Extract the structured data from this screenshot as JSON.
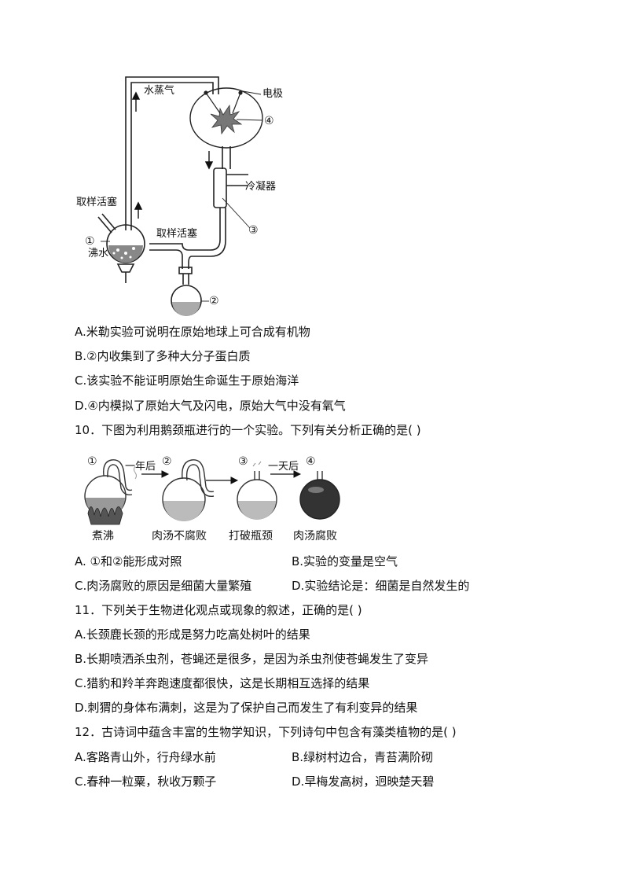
{
  "miller_figure": {
    "labels": {
      "water_vapor": "水蒸气",
      "electrode": "电极",
      "marker4": "④",
      "condenser": "冷凝器",
      "marker3": "③",
      "sampling_valve_left": "取样活塞",
      "marker1": "①",
      "boiling_water": "沸水",
      "sampling_valve_mid": "取样活塞",
      "marker2": "②"
    }
  },
  "q9_options": {
    "A": "A.米勒实验可说明在原始地球上可合成有机物",
    "B": "B.②内收集到了多种大分子蛋白质",
    "C": "C.该实验不能证明原始生命诞生于原始海洋",
    "D": "D.④内模拟了原始大气及闪电，原始大气中没有氧气"
  },
  "q10": {
    "stem": "10．下图为利用鹅颈瓶进行的一个实验。下列有关分析正确的是(   )",
    "figure": {
      "m1": "①",
      "m2": "②",
      "m3": "③",
      "m4": "④",
      "arrow1": "一年后",
      "arrow2": "一天后",
      "cap1": "煮沸",
      "cap2": "肉汤不腐败",
      "cap3": "打破瓶颈",
      "cap4": "肉汤腐败"
    },
    "A": "A. ①和②能形成对照",
    "B": "B.实验的变量是空气",
    "C": "C.肉汤腐败的原因是细菌大量繁殖",
    "D": "D.实验结论是：细菌是自然发生的"
  },
  "q11": {
    "stem": "11．下列关于生物进化观点或现象的叙述，正确的是(   )",
    "A": "A.长颈鹿长颈的形成是努力吃高处树叶的结果",
    "B": "B.长期喷洒杀虫剂，苍蝇还是很多，是因为杀虫剂使苍蝇发生了变异",
    "C": "C.猎豹和羚羊奔跑速度都很快，这是长期相互选择的结果",
    "D": "D.刺猬的身体布满刺，这是为了保护自己而发生了有利变异的结果"
  },
  "q12": {
    "stem": "12．古诗词中蕴含丰富的生物学知识，下列诗句中包含有藻类植物的是(   )",
    "A": "A.客路青山外，行舟绿水前",
    "B": "B.绿树村边合，青苔满阶砌",
    "C": "C.春种一粒粟，秋收万颗子",
    "D": "D.早梅发高树，迥映楚天碧"
  }
}
